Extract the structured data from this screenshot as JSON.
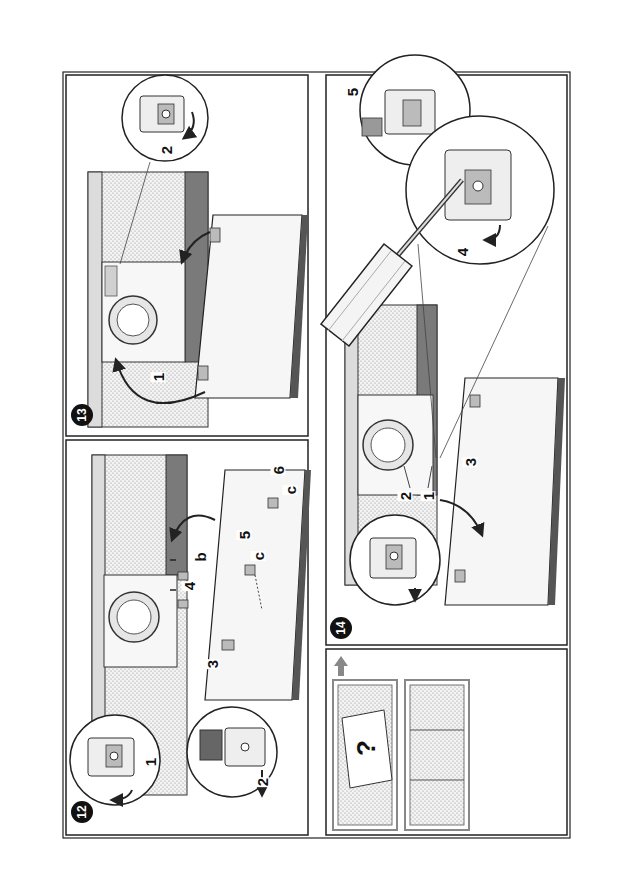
{
  "diagram": {
    "nodes": [
      {
        "text": [
          "12"
        ]
      },
      {
        "text": [
          "13"
        ]
      },
      {
        "text": [
          "14"
        ]
      }
    ],
    "labels": [
      "1",
      "2",
      "3",
      "4",
      "b",
      "5",
      "c",
      "6",
      "c",
      "1",
      "2",
      "1",
      "2",
      "3",
      "4",
      "5",
      "?"
    ]
  }
}
